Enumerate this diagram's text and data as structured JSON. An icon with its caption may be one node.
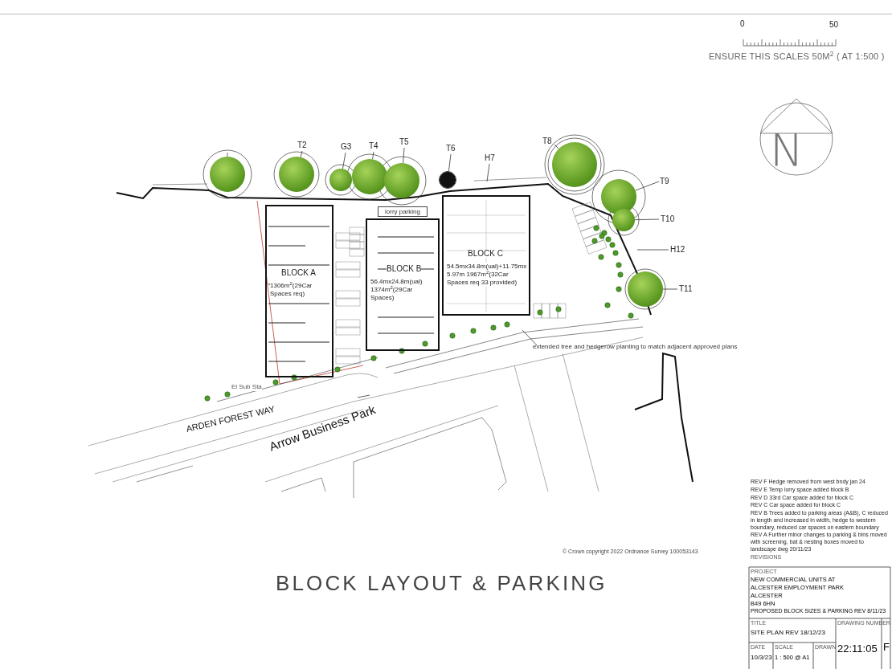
{
  "diagram": {
    "title": "BLOCK LAYOUT & PARKING",
    "nodes": [
      {
        "text": [],
        "shape": "circle"
      },
      {
        "text": [
          "T2"
        ]
      },
      {
        "text": [],
        "shape": "circle"
      },
      {
        "text": [
          "G3"
        ]
      },
      {
        "text": [],
        "shape": "circle"
      },
      {
        "text": [
          "T4"
        ]
      },
      {
        "text": [],
        "shape": "circle"
      },
      {
        "text": [
          "T5"
        ]
      },
      {
        "text": [],
        "shape": "circle"
      },
      {
        "text": [
          "T6"
        ]
      },
      {
        "text": [],
        "shape": "circle"
      },
      {
        "text": [
          "H7"
        ]
      },
      {
        "text": [
          "T8"
        ]
      },
      {
        "text": [],
        "shape": "circle"
      },
      {
        "text": [
          "T9"
        ]
      },
      {
        "text": [],
        "shape": "circle"
      },
      {
        "text": [
          "T10"
        ]
      },
      {
        "text": [],
        "shape": "circle"
      },
      {
        "text": [
          "H12"
        ]
      },
      {
        "text": [
          "T11"
        ]
      },
      {
        "text": [],
        "shape": "circle"
      },
      {
        "text": [
          "extended tree and hedgerow planting to match adjacent approved plans"
        ]
      },
      {
        "text": [
          "BLOCK A",
          "1306m$^{2}$(29Car Spaces req)"
        ]
      },
      {
        "text": [
          "lorry parking"
        ]
      },
      {
        "text": [
          "BLOCK B",
          "56.4mx24.8m(ual) 1374m$^{2}$(29Car Spaces)"
        ]
      },
      {
        "text": [
          "BLOCK C",
          "54.5mx34.8m(ual)+11.75mx5.97m 1967m$^{2}$(32Car Spaces req 33 provided)"
        ]
      }
    ],
    "edges": [
      {
        "from": 1,
        "to": 2,
        "arrow": "none"
      },
      {
        "from": 3,
        "to": 4,
        "arrow": "none"
      },
      {
        "from": 5,
        "to": 6,
        "arrow": "none"
      },
      {
        "from": 7,
        "to": 8,
        "arrow": "none"
      },
      {
        "from": 9,
        "to": 10,
        "arrow": "none"
      },
      {
        "from": 11,
        "to": null,
        "arrow": "none"
      },
      {
        "from": 12,
        "to": 13,
        "arrow": "none"
      },
      {
        "from": 14,
        "to": 15,
        "arrow": "none"
      },
      {
        "from": 16,
        "to": 17,
        "arrow": "none"
      },
      {
        "from": 18,
        "to": null,
        "arrow": "none"
      },
      {
        "from": 19,
        "to": 20,
        "arrow": "none"
      },
      {
        "from": 21,
        "to": null,
        "arrow": "none"
      }
    ],
    "labels": [
      "0",
      "50",
      "ENSURE THIS SCALES 50M$^{2}$ ( AT 1:500 )",
      "N",
      "El Sub Sta",
      "ARDEN FOREST WAY",
      "Arrow Business Park",
      "© Crown copyright 2022 Ordnance Survey 100053143",
      "REV F Hedge removed from west bndy jan 24",
      "REV E Temp lorry space added block B",
      "REV D 33rd Car space added for block C",
      "REV C Car space added for block C",
      "REV B Trees added to parking areas (A&B), C reduced in length and increased in width, hedge to western boundary, reduced car spaces on eastern boundary",
      "REV A Further minor changes to parking & bins moved with screening, bat & nesting boxes moved to landscape dwg 20/11/23",
      "REVISIONS",
      "PROJECT",
      "NEW COMMERCIAL UNITS AT",
      "ALCESTER EMPLOYMENT PARK",
      "ALCESTER",
      "B49 6HN",
      "PROPOSED BLOCK SIZES & PARKING REV 8/11/23",
      "TITLE",
      "SITE PLAN REV 18/12/23",
      "DRAWING NUMBER",
      "22:11:05",
      "F",
      "DATE",
      "10/3/23",
      "SCALE",
      "1 : 500 @ A1",
      "DRAWN"
    ]
  }
}
